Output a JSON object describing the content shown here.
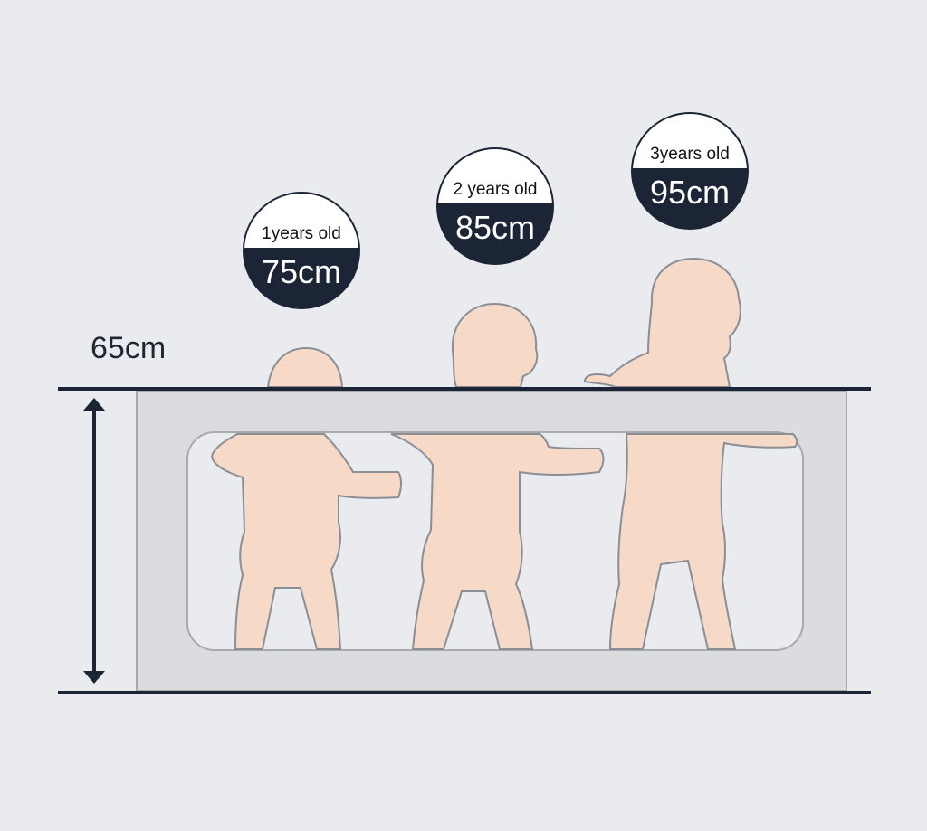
{
  "diagram": {
    "rail_height_label": "65cm",
    "children": [
      {
        "age": "1years old",
        "height": "75cm"
      },
      {
        "age": "2 years old",
        "height": "85cm"
      },
      {
        "age": "3years old",
        "height": "95cm"
      }
    ],
    "colors": {
      "background": "#e9ebee",
      "rail_panel": "#dadcdf",
      "mesh_window": "#e9ebee",
      "outline": "#a8aaad",
      "dark_line": "#1c2536",
      "skin": "#f6d9c6",
      "skin_outline": "#8a8e96",
      "badge_dark": "#1c2536",
      "badge_light": "#ffffff"
    }
  }
}
